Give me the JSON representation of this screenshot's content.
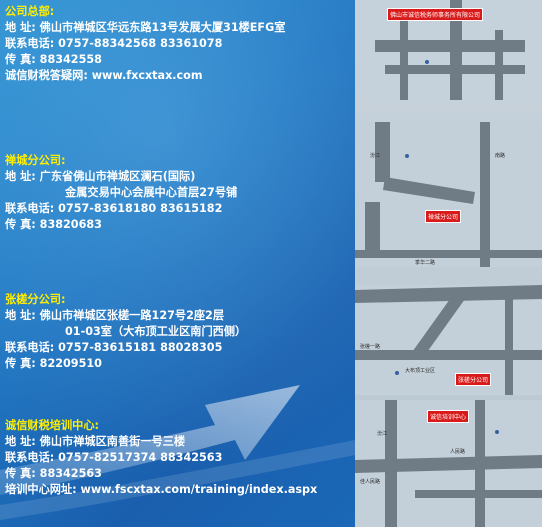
{
  "hq": {
    "title": "公司总部:",
    "address": {
      "label": "地  址:",
      "value": "佛山市禅城区华远东路13号发展大厦31楼EFG室"
    },
    "phone": {
      "label": "联系电话:",
      "value": "0757-88342568  83361078"
    },
    "fax": {
      "label": "传  真:",
      "value": "88342558"
    },
    "site": {
      "label": "诚信财税答疑网:",
      "value": "www.fxcxtax.com"
    }
  },
  "chancheng": {
    "title": "禅城分公司:",
    "address": {
      "label": "地    址:",
      "line1": "广东省佛山市禅城区澜石(国际)",
      "line2": "金属交易中心会展中心首层27号铺"
    },
    "phone": {
      "label": "联系电话:",
      "value": "0757-83618180  83615182"
    },
    "fax": {
      "label": "传    真:",
      "value": "83820683"
    }
  },
  "zhangcha": {
    "title": "张槎分公司:",
    "address": {
      "label": "地    址:",
      "line1": "佛山市禅城区张槎一路127号2座2层",
      "line2": "01-03室（大布顶工业区南门西侧）"
    },
    "phone": {
      "label": "联系电话:",
      "value": "0757-83615181 88028305"
    },
    "fax": {
      "label": "传    真:",
      "value": "82209510"
    }
  },
  "training": {
    "title": "诚信财税培训中心:",
    "address": {
      "label": "地    址:",
      "value": "佛山市禅城区南善街一号三楼"
    },
    "phone": {
      "label": "联系电话:",
      "value": "0757-82517374  88342563"
    },
    "fax": {
      "label": "传    真:",
      "value": "88342563"
    },
    "site": {
      "label": "培训中心网址:",
      "value": "www.fscxtax.com/training/index.aspx"
    }
  },
  "maps": {
    "map1": {
      "sign": "佛山市诚信税务师事务所有限公司"
    },
    "map2": {
      "sign": "禅城分公司",
      "road_left": "汾江",
      "road_right": "南路",
      "road_bottom": "季华二路"
    },
    "map3": {
      "sign": "张槎分公司",
      "road": "张槎一路",
      "poi1": "大布顶工业区"
    },
    "map4": {
      "sign": "诚信培训中心",
      "road1": "人民路",
      "road2": "汾江",
      "poi1": "佳人民路"
    }
  }
}
